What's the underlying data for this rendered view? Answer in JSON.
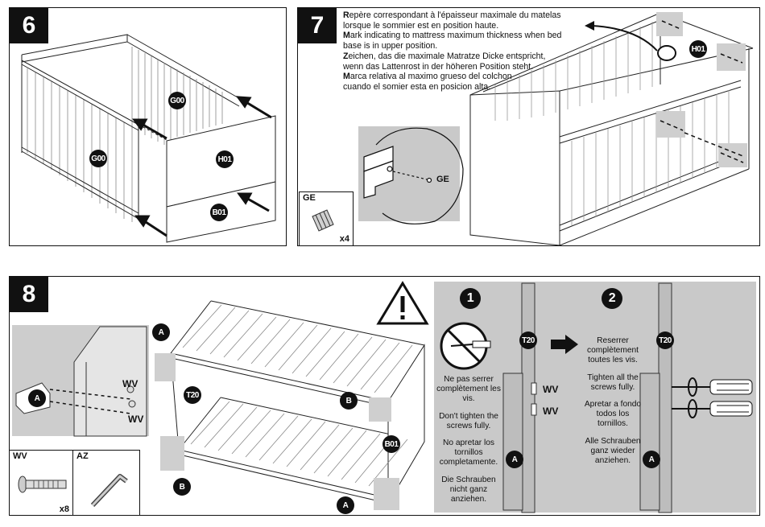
{
  "steps": {
    "s6": {
      "number": "6"
    },
    "s7": {
      "number": "7"
    },
    "s8": {
      "number": "8"
    }
  },
  "step6": {
    "labels": {
      "g00_back": "G00",
      "g00_side": "G00",
      "h01": "H01",
      "b01": "B01"
    }
  },
  "step7": {
    "note": [
      {
        "lead": "R",
        "rest": "epère correspondant à l'épaisseur maximale du matelas"
      },
      {
        "lead": "",
        "rest": "lorsque le sommier est en position haute."
      },
      {
        "lead": "M",
        "rest": "ark indicating to mattress maximum thickness when bed"
      },
      {
        "lead": "",
        "rest": "base is in upper position."
      },
      {
        "lead": "Z",
        "rest": "eichen, das die maximale Matratze Dicke entspricht,"
      },
      {
        "lead": "",
        "rest": "wenn das Lattenrost in der höheren Position steht."
      },
      {
        "lead": "M",
        "rest": "arca relativa al maximo grueso del colchon"
      },
      {
        "lead": "",
        "rest": "cuando el somier esta en posicion alta."
      }
    ],
    "labels": {
      "h01": "H01",
      "ge_detail": "GE"
    },
    "hardware": {
      "label": "GE",
      "qty": "x4"
    }
  },
  "step8": {
    "callouts": {
      "a_detail": "A",
      "wv1": "WV",
      "wv2": "WV",
      "a1": "A",
      "a2": "A",
      "b1": "B",
      "b2": "B",
      "t20": "T20",
      "b01": "B01"
    },
    "hardware": [
      {
        "label": "WV",
        "qty": "x8"
      },
      {
        "label": "AZ",
        "qty": ""
      }
    ],
    "instructions": {
      "step1_icon": "1",
      "step2_icon": "2",
      "left_texts": [
        "Ne pas serrer complètement les vis.",
        "Don't tighten the screws fully.",
        "No apretar los tornillos completamente.",
        "Die Schrauben nicht ganz anziehen."
      ],
      "right_texts": [
        "Reserrer complètement toutes les vis.",
        "Tighten all the screws fully.",
        "Apretar a fondo todos los tornillos.",
        "Alle Schrauben ganz wieder anziehen."
      ],
      "t20_left": "T20",
      "t20_right": "T20",
      "wv_top": "WV",
      "wv_bottom": "WV",
      "a_left": "A",
      "a_right": "A"
    }
  }
}
